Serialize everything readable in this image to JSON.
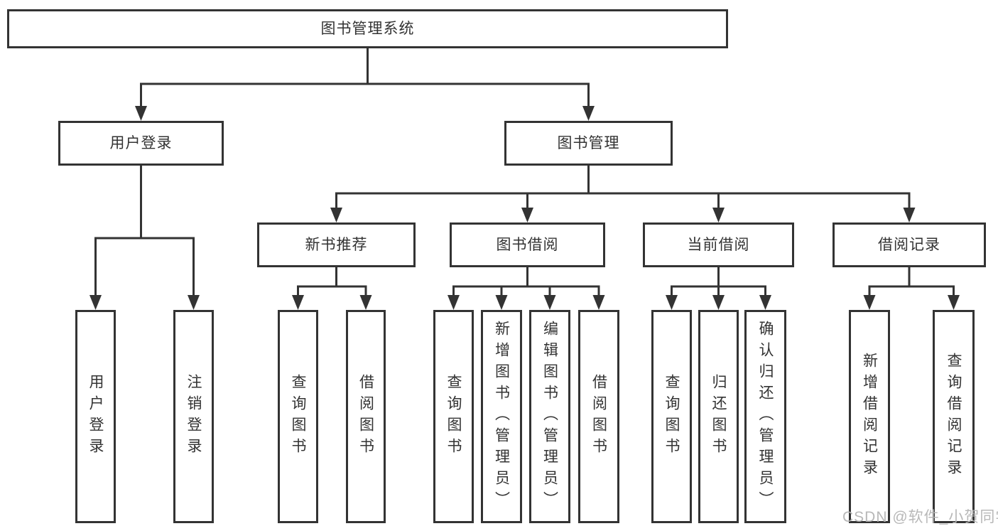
{
  "title": "图书管理系统",
  "watermark": "CSDN @软件_小贺同学",
  "colors": {
    "line": "#333333",
    "border": "#333333",
    "text": "#333333",
    "background": "#ffffff",
    "watermark": "#b4b4b4"
  },
  "level1": [
    {
      "label": "用户登录"
    },
    {
      "label": "图书管理"
    }
  ],
  "level2": [
    {
      "label": "新书推荐"
    },
    {
      "label": "图书借阅"
    },
    {
      "label": "当前借阅"
    },
    {
      "label": "借阅记录"
    }
  ],
  "leaves": {
    "user_login": [
      {
        "label": "用户登录"
      },
      {
        "label": "注销登录"
      }
    ],
    "new_book": [
      {
        "label": "查询图书"
      },
      {
        "label": "借阅图书"
      }
    ],
    "book_borrow": [
      {
        "label": "查询图书"
      },
      {
        "label": "新增图书（管理员）"
      },
      {
        "label": "编辑图书（管理员）"
      },
      {
        "label": "借阅图书"
      }
    ],
    "current_borrow": [
      {
        "label": "查询图书"
      },
      {
        "label": "归还图书"
      },
      {
        "label": "确认归还（管理员）"
      }
    ],
    "borrow_records": [
      {
        "label": "新增借阅记录"
      },
      {
        "label": "查询借阅记录"
      }
    ]
  }
}
